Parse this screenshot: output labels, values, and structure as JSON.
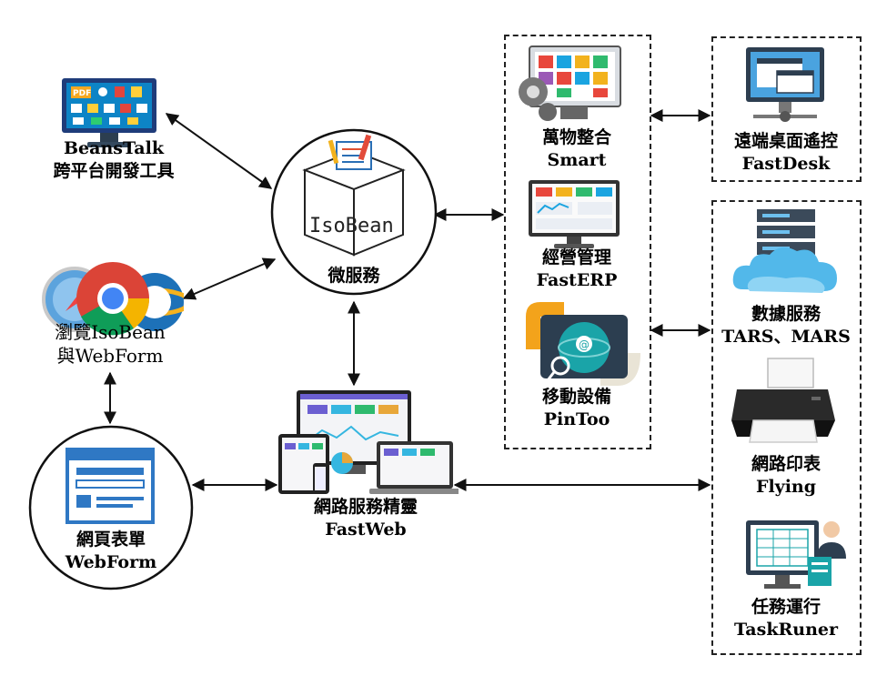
{
  "colors": {
    "line": "#111111",
    "monitor_frame": "#1f3c7a",
    "web_blue": "#2f78c4",
    "chrome_red": "#db4437",
    "chrome_green": "#0f9d58",
    "chrome_yellow": "#f4b400",
    "chrome_blue": "#4285f4",
    "server_dark": "#3b4a5a",
    "cloud_blue": "#52b8ea",
    "printer_black": "#222222",
    "mobile_orange": "#f3a31b",
    "mobile_teal": "#1aa4a8"
  },
  "nodes": {
    "beanstalk": {
      "line1": "BeansTalk",
      "line2": "跨平台開發工具",
      "icon": "monitor-apps-icon",
      "pdf": "PDF"
    },
    "isobean": {
      "brand": "IsoBean",
      "caption": "微服務",
      "icon": "box-blueprint-icon"
    },
    "browser": {
      "line1": "瀏覽IsoBean",
      "line2": "與WebForm",
      "icon": "browsers-icon"
    },
    "webform": {
      "line1": "網頁表單",
      "line2": "WebForm",
      "icon": "webform-icon"
    },
    "fastweb": {
      "line1": "網路服務精靈",
      "line2": "FastWeb",
      "icon": "multi-device-icon"
    },
    "smart": {
      "line1": "萬物整合",
      "line2": "Smart",
      "icon": "monitor-gear-icon"
    },
    "fasterp": {
      "line1": "經營管理",
      "line2": "FastERP",
      "icon": "dashboard-monitor-icon"
    },
    "pintoo": {
      "line1": "移動設備",
      "line2": "PinToo",
      "icon": "mobile-globe-icon"
    },
    "fastdesk": {
      "line1": "遠端桌面遙控",
      "line2": "FastDesk",
      "icon": "remote-desktop-icon"
    },
    "tars": {
      "line1": "數據服務",
      "line2": "TARS、MARS",
      "icon": "server-cloud-icon"
    },
    "flying": {
      "line1": "網路印表",
      "line2": "Flying",
      "icon": "printer-icon"
    },
    "taskrunner": {
      "line1": "任務運行",
      "line2": "TaskRuner",
      "icon": "task-monitor-icon"
    }
  }
}
